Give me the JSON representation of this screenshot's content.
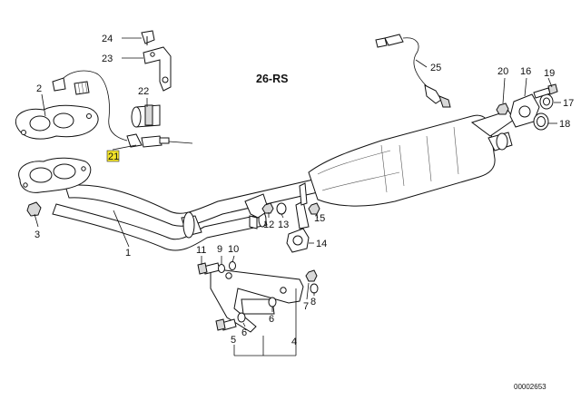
{
  "assembly_code": "26-RS",
  "drawing_number": "00002653",
  "highlighted_part": "21",
  "callouts": {
    "p1": "1",
    "p2": "2",
    "p3": "3",
    "p4": "4",
    "p5": "5",
    "p6a": "6",
    "p6b": "6",
    "p7": "7",
    "p8": "8",
    "p9": "9",
    "p10": "10",
    "p11": "11",
    "p12": "12",
    "p13": "13",
    "p14": "14",
    "p15": "15",
    "p16": "16",
    "p17": "17",
    "p18": "18",
    "p19": "19",
    "p20": "20",
    "p21": "21",
    "p22": "22",
    "p23": "23",
    "p24": "24",
    "p25": "25"
  }
}
